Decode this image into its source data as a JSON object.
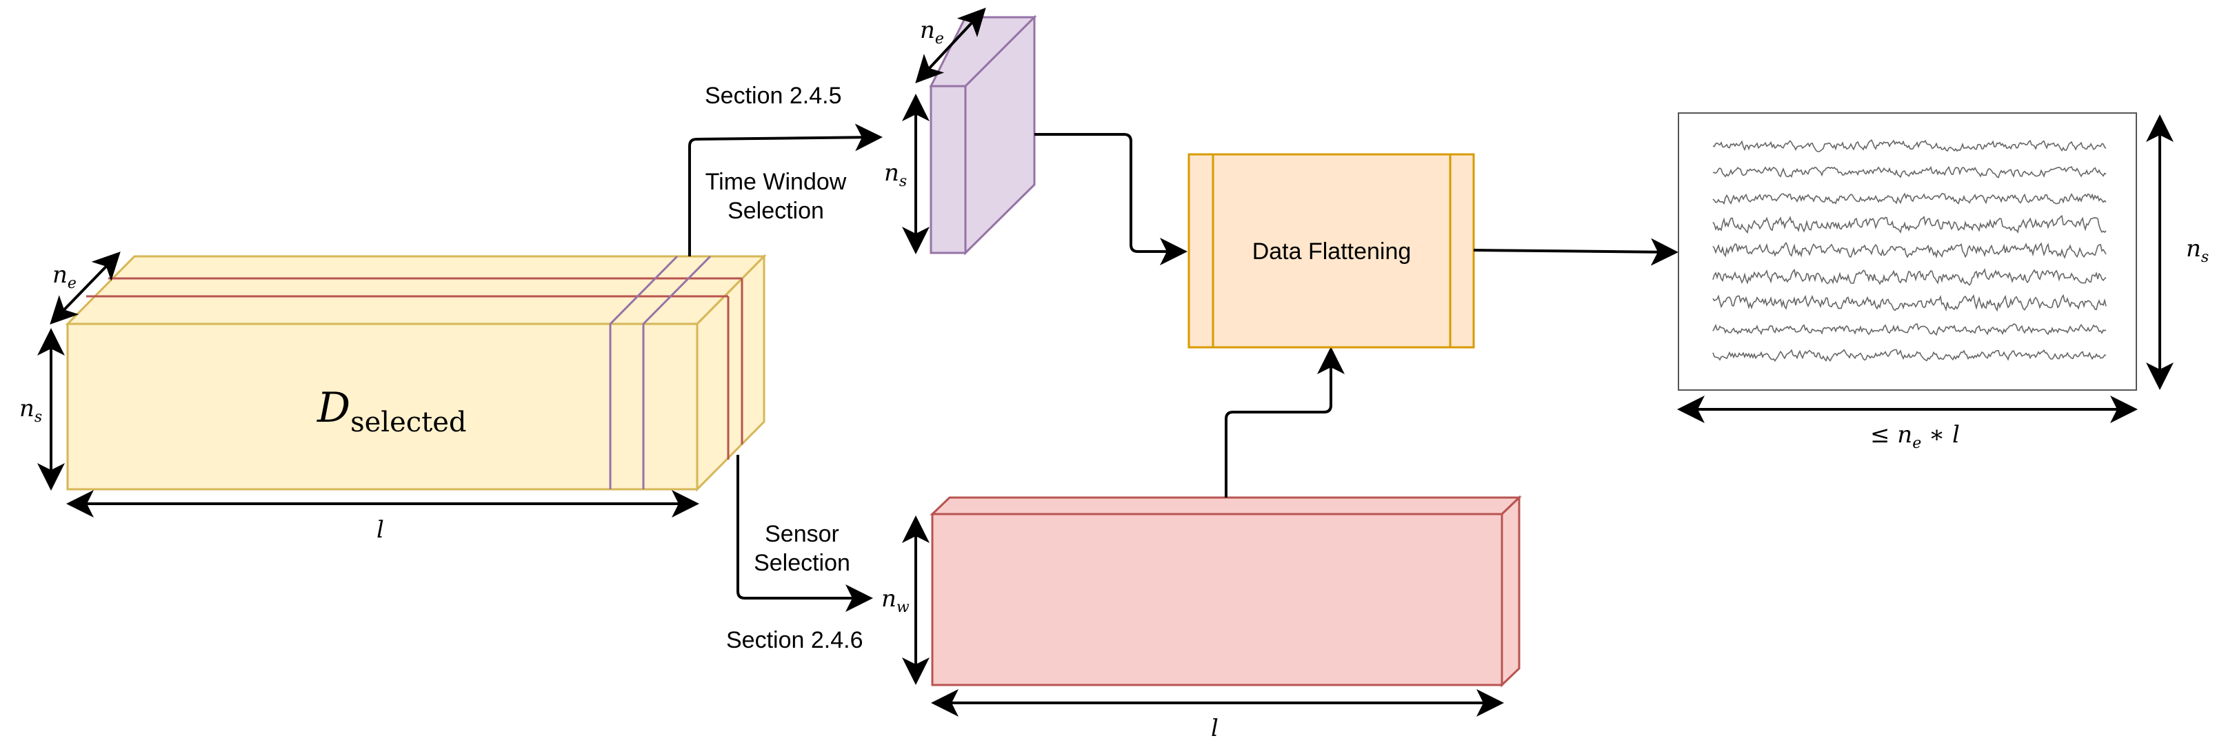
{
  "diagram": {
    "d_selected": {
      "base": "D",
      "subscript": "selected"
    },
    "dims": {
      "ne": {
        "base": "n",
        "subscript": "e"
      },
      "ns": {
        "base": "n",
        "subscript": "s"
      },
      "nw": {
        "base": "n",
        "subscript": "w"
      },
      "l": "l",
      "output_len": {
        "prefix": "≤ ",
        "n": "n",
        "subscript": "e",
        "suffix": " ∗ l"
      }
    },
    "labels": {
      "section_top": "Section 2.4.5",
      "time_window_line1": "Time Window",
      "time_window_line2": "Selection",
      "sensor_line1": "Sensor",
      "sensor_line2": "Selection",
      "section_bottom": "Section 2.4.6",
      "flatten": "Data Flattening"
    },
    "colors": {
      "yellow_fill": "#fff2cc",
      "yellow_stroke": "#d6b656",
      "purple_fill": "#e1d5e7",
      "purple_stroke": "#9673a6",
      "red_fill": "#f8cecc",
      "red_stroke": "#b85450",
      "orange_fill": "#ffe6cc",
      "orange_stroke": "#d79b00",
      "signal_stroke": "#666666"
    }
  }
}
